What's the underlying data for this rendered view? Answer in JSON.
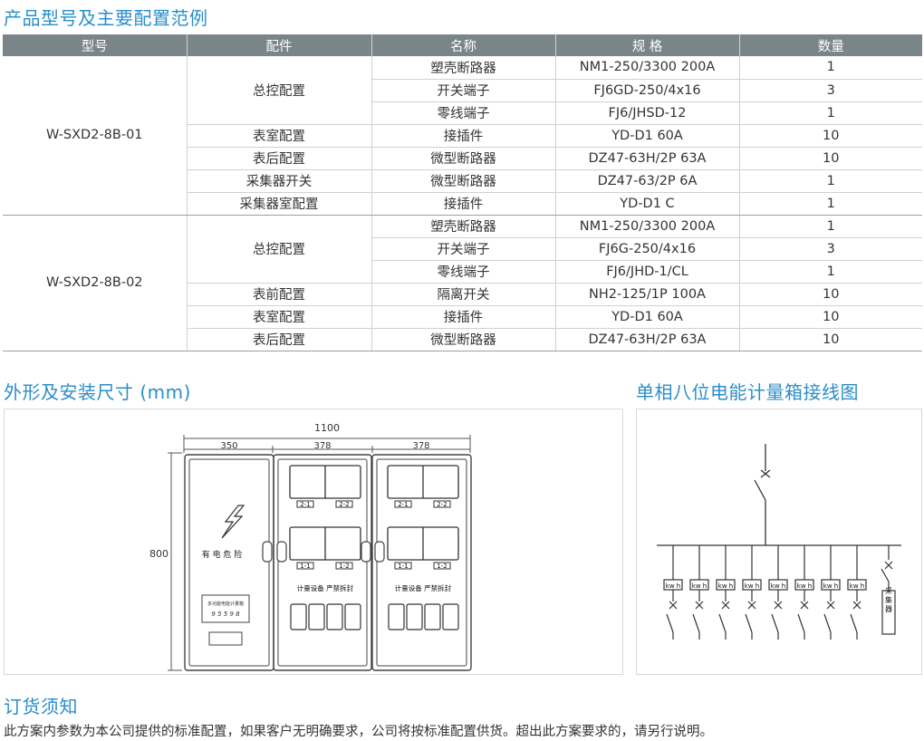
{
  "section_titles": {
    "table": "产品型号及主要配置范例",
    "dimensions": "外形及安装尺寸 (mm)",
    "wiring": "单相八位电能计量箱接线图",
    "order": "订货须知"
  },
  "table": {
    "headers": [
      "型号",
      "配件",
      "名称",
      "规 格",
      "数量"
    ],
    "groups": [
      {
        "model": "W-SXD2-8B-01",
        "rows": [
          {
            "part": "总控配置",
            "name": "塑壳断路器",
            "spec": "NM1-250/3300 200A",
            "qty": "1"
          },
          {
            "part": "",
            "name": "开关端子",
            "spec": "FJ6GD-250/4x16",
            "qty": "3"
          },
          {
            "part": "",
            "name": "零线端子",
            "spec": "FJ6/JHSD-12",
            "qty": "1"
          },
          {
            "part": "表室配置",
            "name": "接插件",
            "spec": "YD-D1 60A",
            "qty": "10"
          },
          {
            "part": "表后配置",
            "name": "微型断路器",
            "spec": "DZ47-63H/2P 63A",
            "qty": "10"
          },
          {
            "part": "采集器开关",
            "name": "微型断路器",
            "spec": "DZ47-63/2P 6A",
            "qty": "1"
          },
          {
            "part": "采集器室配置",
            "name": "接插件",
            "spec": "YD-D1 C",
            "qty": "1"
          }
        ]
      },
      {
        "model": "W-SXD2-8B-02",
        "rows": [
          {
            "part": "总控配置",
            "name": "塑壳断路器",
            "spec": "NM1-250/3300 200A",
            "qty": "1"
          },
          {
            "part": "",
            "name": "开关端子",
            "spec": "FJ6G-250/4x16",
            "qty": "3"
          },
          {
            "part": "",
            "name": "零线端子",
            "spec": "FJ6/JHD-1/CL",
            "qty": "1"
          },
          {
            "part": "表前配置",
            "name": "隔离开关",
            "spec": "NH2-125/1P 100A",
            "qty": "10"
          },
          {
            "part": "表室配置",
            "name": "接插件",
            "spec": "YD-D1 60A",
            "qty": "10"
          },
          {
            "part": "表后配置",
            "name": "微型断路器",
            "spec": "DZ47-63H/2P 63A",
            "qty": "10"
          }
        ]
      }
    ]
  },
  "drawing": {
    "total_width": "1100",
    "left_width": "350",
    "mid_width": "378",
    "right_width": "378",
    "height": "800",
    "warning_text": "有 电 危 险",
    "plate_title": "多功能电能计量箱",
    "plate_code": "9 5 5 9 8",
    "meter_labels": [
      "2-1",
      "2-2",
      "1-1",
      "1-2"
    ],
    "band_text": "计量设备  严禁拆封"
  },
  "wiring": {
    "meter_label": "kw h",
    "meter_count": 8,
    "collector_label": "采集器"
  },
  "notice": "此方案内参数为本公司提供的标准配置，如果客户无明确要求，公司将按标准配置供货。超出此方案要求的，请另行说明。",
  "colors": {
    "accent": "#2b8ec9",
    "header_bg": "#7a8589"
  }
}
